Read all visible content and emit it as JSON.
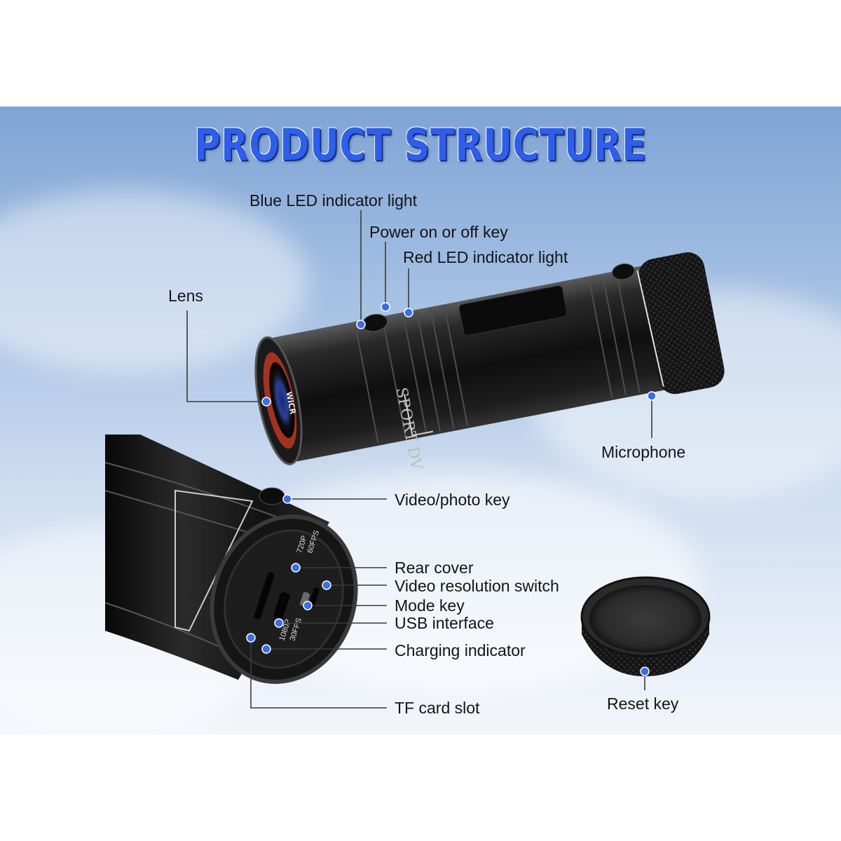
{
  "title": "PRODUCT STRUCTURE",
  "colors": {
    "title": "#2f5ee8",
    "dot": "#3b6ee6",
    "line": "#3a3a3a",
    "body": "#151515"
  },
  "device": {
    "brand_text": "SPORT DV",
    "lens_text": "WICR"
  },
  "switch_labels": {
    "top_res": "720P",
    "top_fps": "60FPS",
    "bottom_res": "1080P",
    "bottom_fps": "30FPS"
  },
  "callouts": {
    "blue_led": "Blue LED indicator light",
    "power_key": "Power on or off key",
    "red_led": "Red LED indicator light",
    "lens": "Lens",
    "microphone": "Microphone",
    "video_photo_key": "Video/photo key",
    "rear_cover": "Rear cover",
    "video_resolution_switch": "Video resolution switch",
    "mode_key": "Mode key",
    "usb_interface": "USB interface",
    "charging_indicator": "Charging indicator",
    "tf_card_slot": "TF card slot",
    "reset_key": "Reset key"
  }
}
